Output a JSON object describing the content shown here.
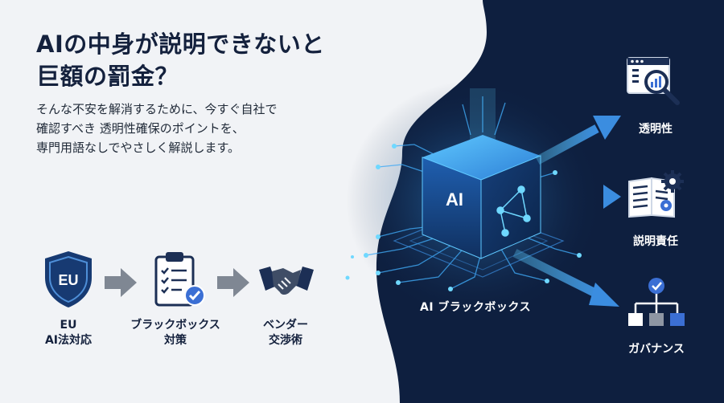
{
  "headline": {
    "line1": "AIの中身が説明できないと",
    "line2": "巨額の罰金？"
  },
  "lead": {
    "line1": "そんな不安を解消するために、今すぐ自社で",
    "line2": "確認すべき 透明性確保のポイントを、",
    "line3": "専門用語なしでやさしく解説します。"
  },
  "steps": [
    {
      "icon": "eu-shield-icon",
      "badge": "EU",
      "line1": "EU",
      "line2": "AI法対応"
    },
    {
      "icon": "clipboard-check-icon",
      "line1": "ブラックボックス",
      "line2": "対策"
    },
    {
      "icon": "handshake-icon",
      "line1": "ベンダー",
      "line2": "交渉術"
    }
  ],
  "center": {
    "cube_label": "AI",
    "caption": "AI ブラックボックス"
  },
  "outputs": [
    {
      "icon": "magnifier-report-icon",
      "label": "透明性"
    },
    {
      "icon": "book-gear-icon",
      "label": "説明責任"
    },
    {
      "icon": "org-chart-icon",
      "label": "ガバナンス"
    }
  ],
  "colors": {
    "navy": "#0e1f3f",
    "accent": "#3b8de0",
    "glow": "#5fd0ff",
    "text_dark": "#14213d"
  }
}
